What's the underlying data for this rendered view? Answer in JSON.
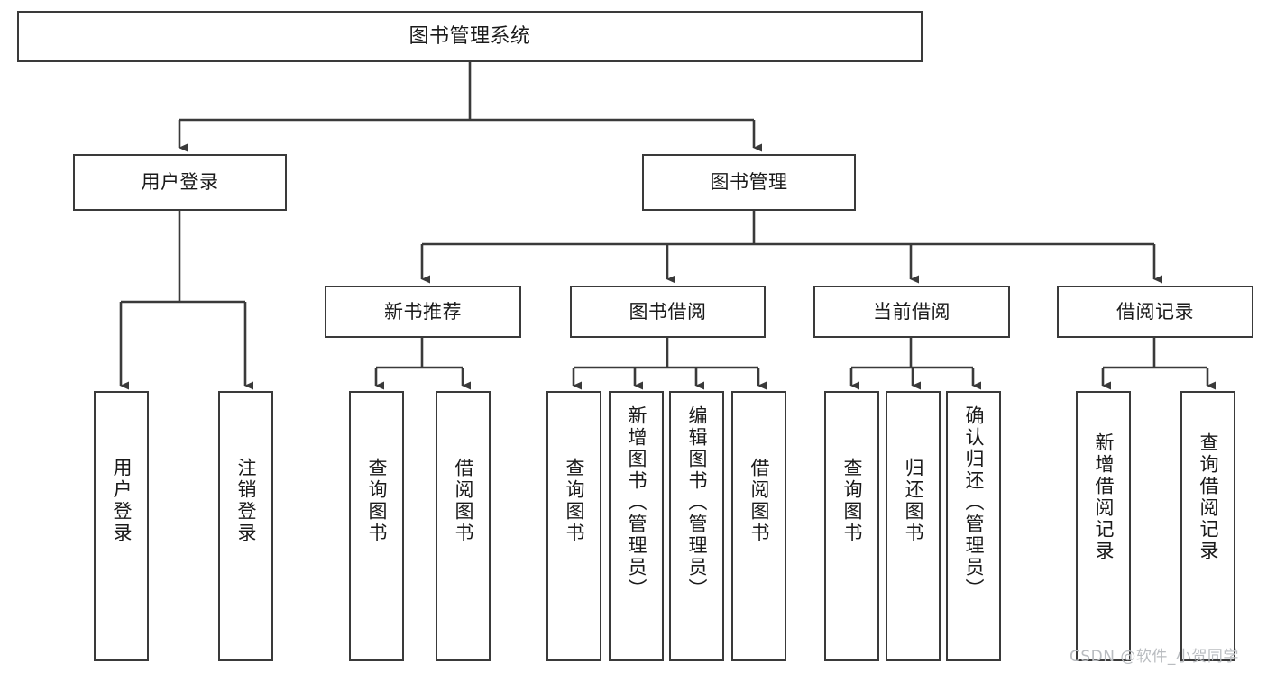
{
  "diagram": {
    "title": "图书管理系统",
    "type": "tree-hierarchy-diagram",
    "stroke_color": "#3a3a3a",
    "fill_color": "#ffffff",
    "text_color": "#1a1a1a"
  },
  "root": {
    "label": "图书管理系统"
  },
  "level1": [
    {
      "label": "用户登录"
    },
    {
      "label": "图书管理"
    }
  ],
  "level2": [
    {
      "label": "新书推荐"
    },
    {
      "label": "图书借阅"
    },
    {
      "label": "当前借阅"
    },
    {
      "label": "借阅记录"
    }
  ],
  "leaves": {
    "user_login": [
      {
        "label": "用户登录"
      },
      {
        "label": "注销登录"
      }
    ],
    "new_book_recommend": [
      {
        "label": "查询图书"
      },
      {
        "label": "借阅图书"
      }
    ],
    "book_borrow": [
      {
        "label": "查询图书"
      },
      {
        "label": "新增图书（管理员）"
      },
      {
        "label": "编辑图书（管理员）"
      },
      {
        "label": "借阅图书"
      }
    ],
    "current_borrow": [
      {
        "label": "查询图书"
      },
      {
        "label": "归还图书"
      },
      {
        "label": "确认归还（管理员）"
      }
    ],
    "borrow_record": [
      {
        "label": "新增借阅记录"
      },
      {
        "label": "查询借阅记录"
      }
    ]
  },
  "watermark": {
    "text": "CSDN @软件_小贺同学"
  }
}
